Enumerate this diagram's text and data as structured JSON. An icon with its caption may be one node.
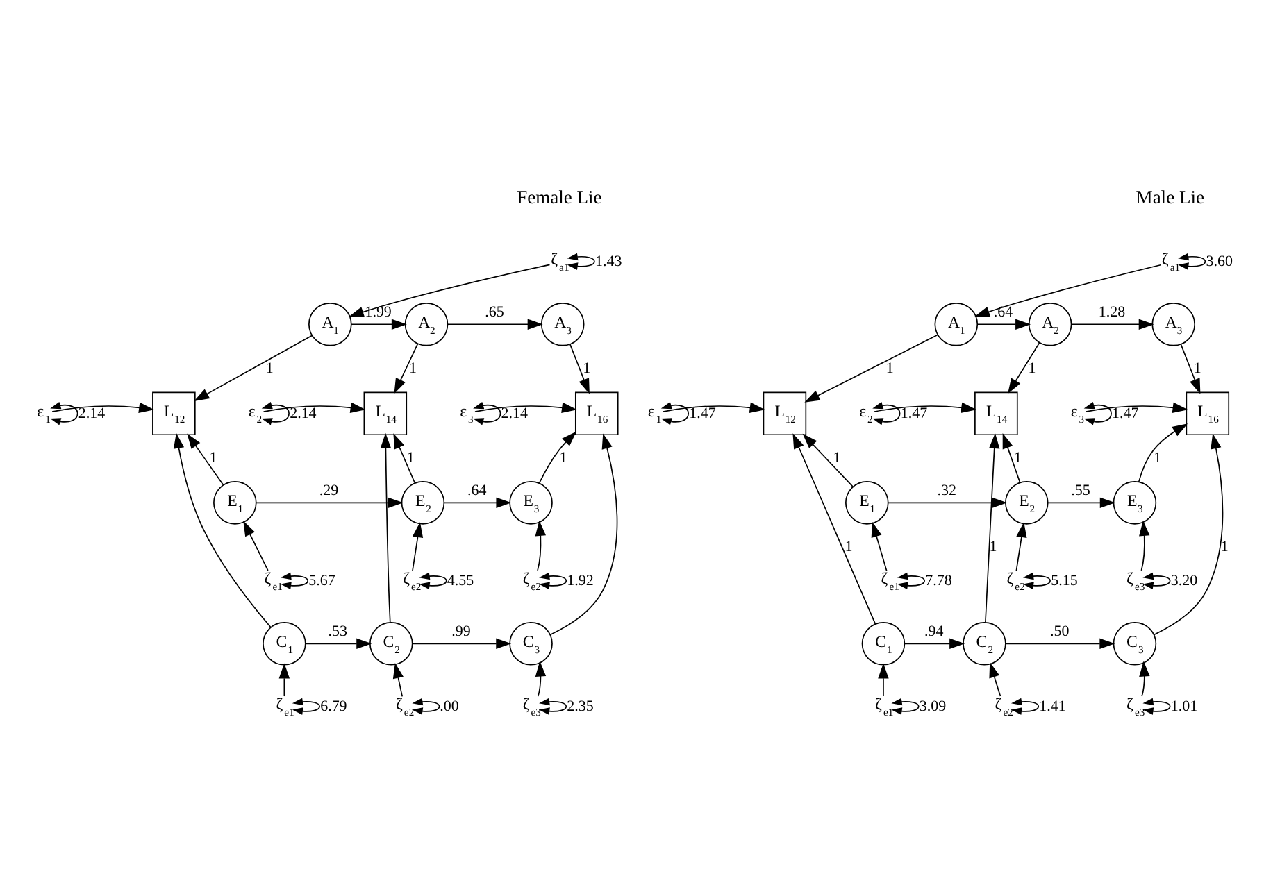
{
  "diagram": {
    "nodes": [
      {
        "text": [
          "ζ$_{a1}$"
        ]
      },
      {
        "text": [
          "A$_{1}$"
        ]
      },
      {
        "text": [
          "A$_{2}$"
        ]
      },
      {
        "text": [
          "A$_{3}$"
        ]
      },
      {
        "text": [
          "ε$_{1}$"
        ]
      },
      {
        "text": [
          "L$_{12}$"
        ]
      },
      {
        "text": [
          "ε$_{2}$"
        ]
      },
      {
        "text": [
          "L$_{14}$"
        ]
      },
      {
        "text": [
          "ε$_{3}$"
        ]
      },
      {
        "text": [
          "L$_{16}$"
        ]
      },
      {
        "text": [
          "E$_{1}$"
        ]
      },
      {
        "text": [
          "E$_{2}$"
        ]
      },
      {
        "text": [
          "E$_{3}$"
        ]
      },
      {
        "text": [
          "ζ$_{e1}$"
        ]
      },
      {
        "text": [
          "ζ$_{e2}$"
        ]
      },
      {
        "text": [
          "ζ$_{e2}$"
        ]
      },
      {
        "text": [
          "C$_{1}$"
        ]
      },
      {
        "text": [
          "C$_{2}$"
        ]
      },
      {
        "text": [
          "C$_{3}$"
        ]
      },
      {
        "text": [
          "ζ$_{e1}$"
        ]
      },
      {
        "text": [
          "ζ$_{e2}$"
        ]
      },
      {
        "text": [
          "ζ$_{e3}$"
        ]
      },
      {
        "text": [
          "ζ$_{a1}$"
        ]
      },
      {
        "text": [
          "A$_{1}$"
        ]
      },
      {
        "text": [
          "A$_{2}$"
        ]
      },
      {
        "text": [
          "A$_{3}$"
        ]
      },
      {
        "text": [
          "ε$_{1}$"
        ]
      },
      {
        "text": [
          "L$_{12}$"
        ]
      },
      {
        "text": [
          "ε$_{2}$"
        ]
      },
      {
        "text": [
          "L$_{14}$"
        ]
      },
      {
        "text": [
          "ε$_{3}$"
        ]
      },
      {
        "text": [
          "L$_{16}$"
        ]
      },
      {
        "text": [
          "E$_{1}$"
        ]
      },
      {
        "text": [
          "E$_{2}$"
        ]
      },
      {
        "text": [
          "E$_{3}$"
        ]
      },
      {
        "text": [
          "ζ$_{e1}$"
        ]
      },
      {
        "text": [
          "ζ$_{e2}$"
        ]
      },
      {
        "text": [
          "ζ$_{e3}$"
        ]
      },
      {
        "text": [
          "C$_{1}$"
        ]
      },
      {
        "text": [
          "C$_{2}$"
        ]
      },
      {
        "text": [
          "C$_{3}$"
        ]
      },
      {
        "text": [
          "ζ$_{e1}$"
        ]
      },
      {
        "text": [
          "ζ$_{e2}$"
        ]
      },
      {
        "text": [
          "ζ$_{e3}$"
        ]
      }
    ],
    "edges": [
      {
        "from": 0,
        "to": 0,
        "arrow": "both",
        "label": "1.43"
      },
      {
        "from": 0,
        "to": 1,
        "arrow": "to"
      },
      {
        "from": 1,
        "to": 2,
        "arrow": "to",
        "label": "1.99"
      },
      {
        "from": 2,
        "to": 3,
        "arrow": "to",
        "label": ".65"
      },
      {
        "from": 1,
        "to": 5,
        "arrow": "to",
        "label": "1"
      },
      {
        "from": 2,
        "to": 7,
        "arrow": "to",
        "label": "1"
      },
      {
        "from": 3,
        "to": 9,
        "arrow": "to",
        "label": "1"
      },
      {
        "from": 4,
        "to": 4,
        "arrow": "both",
        "label": "2.14"
      },
      {
        "from": 4,
        "to": 5,
        "arrow": "to"
      },
      {
        "from": 6,
        "to": 6,
        "arrow": "both",
        "label": "2.14"
      },
      {
        "from": 6,
        "to": 7,
        "arrow": "to"
      },
      {
        "from": 8,
        "to": 8,
        "arrow": "both",
        "label": "2.14"
      },
      {
        "from": 8,
        "to": 9,
        "arrow": "to"
      },
      {
        "from": 10,
        "to": 5,
        "arrow": "to",
        "label": "1"
      },
      {
        "from": 16,
        "to": 5,
        "arrow": "to"
      },
      {
        "from": 11,
        "to": 7,
        "arrow": "to",
        "label": "1"
      },
      {
        "from": 17,
        "to": 7,
        "arrow": "to"
      },
      {
        "from": 12,
        "to": 9,
        "arrow": "to",
        "label": "1"
      },
      {
        "from": 18,
        "to": 9,
        "arrow": "to"
      },
      {
        "from": 10,
        "to": 11,
        "arrow": "to",
        "label": ".29"
      },
      {
        "from": 11,
        "to": 12,
        "arrow": "to",
        "label": ".64"
      },
      {
        "from": 13,
        "to": 13,
        "arrow": "both",
        "label": "5.67"
      },
      {
        "from": 13,
        "to": 10,
        "arrow": "to"
      },
      {
        "from": 14,
        "to": 14,
        "arrow": "both",
        "label": "4.55"
      },
      {
        "from": 14,
        "to": 11,
        "arrow": "to"
      },
      {
        "from": 15,
        "to": 15,
        "arrow": "both",
        "label": "1.92"
      },
      {
        "from": 15,
        "to": 12,
        "arrow": "to"
      },
      {
        "from": 16,
        "to": 17,
        "arrow": "to",
        "label": ".53"
      },
      {
        "from": 17,
        "to": 18,
        "arrow": "to",
        "label": ".99"
      },
      {
        "from": 19,
        "to": 19,
        "arrow": "both",
        "label": "6.79"
      },
      {
        "from": 19,
        "to": 16,
        "arrow": "to"
      },
      {
        "from": 20,
        "to": 20,
        "arrow": "both",
        "label": ".00"
      },
      {
        "from": 20,
        "to": 17,
        "arrow": "to"
      },
      {
        "from": 21,
        "to": 21,
        "arrow": "both",
        "label": "2.35"
      },
      {
        "from": 21,
        "to": 18,
        "arrow": "to"
      },
      {
        "from": 22,
        "to": 22,
        "arrow": "both",
        "label": "3.60"
      },
      {
        "from": 22,
        "to": 23,
        "arrow": "to"
      },
      {
        "from": 23,
        "to": 24,
        "arrow": "to",
        "label": ".64"
      },
      {
        "from": 24,
        "to": 25,
        "arrow": "to",
        "label": "1.28"
      },
      {
        "from": 23,
        "to": 27,
        "arrow": "to",
        "label": "1"
      },
      {
        "from": 24,
        "to": 29,
        "arrow": "to",
        "label": "1"
      },
      {
        "from": 25,
        "to": 31,
        "arrow": "to",
        "label": "1"
      },
      {
        "from": 26,
        "to": 26,
        "arrow": "both",
        "label": "1.47"
      },
      {
        "from": 26,
        "to": 27,
        "arrow": "to"
      },
      {
        "from": 28,
        "to": 28,
        "arrow": "both",
        "label": "1.47"
      },
      {
        "from": 28,
        "to": 29,
        "arrow": "to"
      },
      {
        "from": 30,
        "to": 30,
        "arrow": "both",
        "label": "1.47"
      },
      {
        "from": 30,
        "to": 31,
        "arrow": "to"
      },
      {
        "from": 32,
        "to": 27,
        "arrow": "to",
        "label": "1"
      },
      {
        "from": 38,
        "to": 27,
        "arrow": "to",
        "label": "1"
      },
      {
        "from": 33,
        "to": 29,
        "arrow": "to",
        "label": "1"
      },
      {
        "from": 39,
        "to": 29,
        "arrow": "to",
        "label": "1"
      },
      {
        "from": 34,
        "to": 31,
        "arrow": "to",
        "label": "1"
      },
      {
        "from": 40,
        "to": 31,
        "arrow": "to",
        "label": "1"
      },
      {
        "from": 32,
        "to": 33,
        "arrow": "to",
        "label": ".32"
      },
      {
        "from": 33,
        "to": 34,
        "arrow": "to",
        "label": ".55"
      },
      {
        "from": 35,
        "to": 35,
        "arrow": "both",
        "label": "7.78"
      },
      {
        "from": 35,
        "to": 32,
        "arrow": "to"
      },
      {
        "from": 36,
        "to": 36,
        "arrow": "both",
        "label": "5.15"
      },
      {
        "from": 36,
        "to": 33,
        "arrow": "to"
      },
      {
        "from": 37,
        "to": 37,
        "arrow": "both",
        "label": "3.20"
      },
      {
        "from": 37,
        "to": 34,
        "arrow": "to"
      },
      {
        "from": 38,
        "to": 39,
        "arrow": "to",
        "label": ".94"
      },
      {
        "from": 39,
        "to": 40,
        "arrow": "to",
        "label": ".50"
      },
      {
        "from": 41,
        "to": 41,
        "arrow": "both",
        "label": "3.09"
      },
      {
        "from": 41,
        "to": 38,
        "arrow": "to"
      },
      {
        "from": 42,
        "to": 42,
        "arrow": "both",
        "label": "1.41"
      },
      {
        "from": 42,
        "to": 39,
        "arrow": "to"
      },
      {
        "from": 43,
        "to": 43,
        "arrow": "both",
        "label": "1.01"
      },
      {
        "from": 43,
        "to": 40,
        "arrow": "to"
      }
    ],
    "labels": [
      "Female Lie",
      "Male Lie"
    ]
  }
}
